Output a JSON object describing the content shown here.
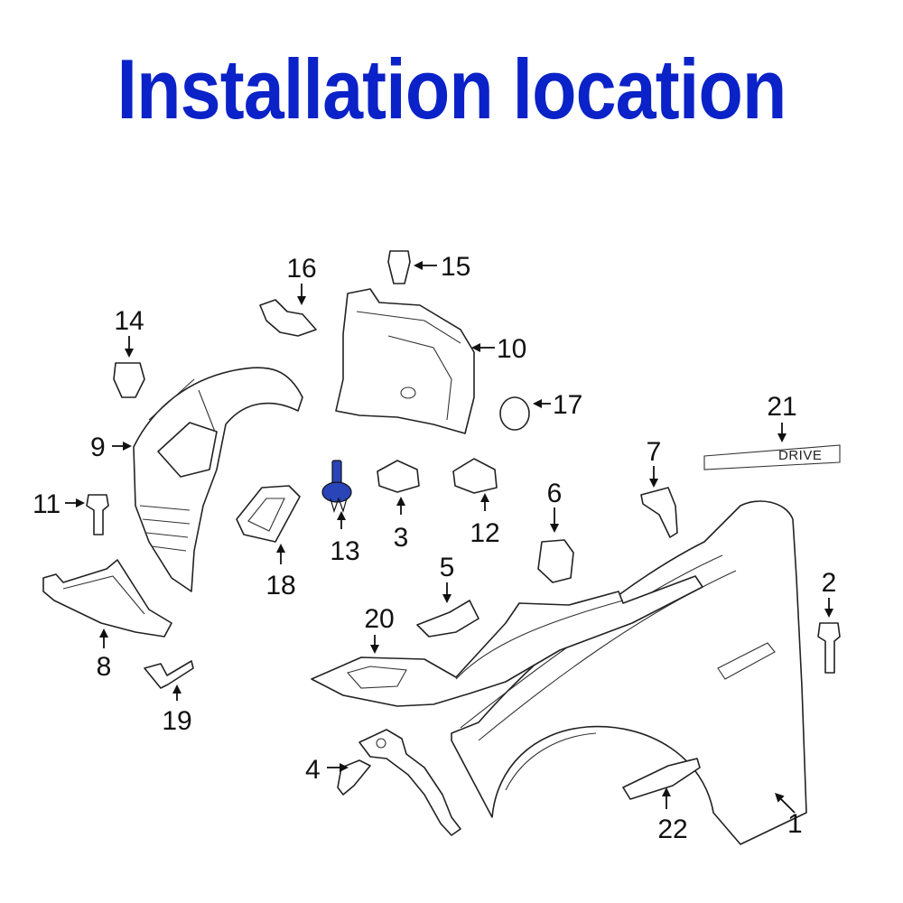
{
  "title": "Installation location",
  "colors": {
    "title": "#0a22c8",
    "highlight": "#2a45b8",
    "line": "#222222"
  },
  "emblem_text": "DRIVE",
  "callouts": [
    "1",
    "2",
    "3",
    "4",
    "5",
    "6",
    "7",
    "8",
    "9",
    "10",
    "11",
    "12",
    "13",
    "14",
    "15",
    "16",
    "17",
    "18",
    "19",
    "20",
    "21",
    "22"
  ],
  "highlighted_part": "13"
}
